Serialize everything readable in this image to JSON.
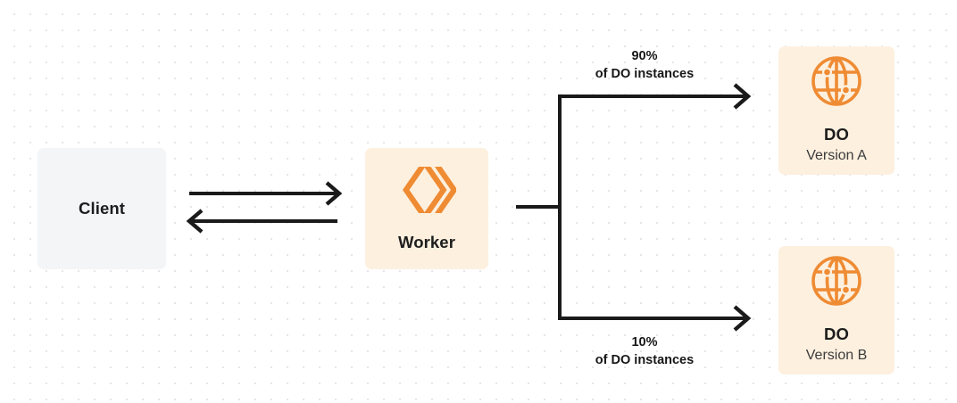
{
  "diagram": {
    "type": "architecture-flow",
    "background": "dotted-grid",
    "accent_color": "#ef8b33",
    "node_fill_neutral": "#f4f5f7",
    "node_fill_accent": "#fdf0df",
    "line_color": "#1a1a1a"
  },
  "nodes": {
    "client": {
      "label": "Client",
      "icon": ""
    },
    "worker": {
      "label": "Worker",
      "icon": "cloudflare-workers-icon"
    },
    "do_a": {
      "label": "DO",
      "sublabel": "Version A",
      "icon": "durable-object-globe-icon"
    },
    "do_b": {
      "label": "DO",
      "sublabel": "Version B",
      "icon": "durable-object-globe-icon"
    }
  },
  "connectors": {
    "client_to_worker": "arrow-right",
    "worker_to_client": "arrow-left",
    "worker_branch": "split-two-way"
  },
  "branches": {
    "top": {
      "percent": "90%",
      "description": "of DO instances"
    },
    "bottom": {
      "percent": "10%",
      "description": "of DO instances"
    }
  }
}
